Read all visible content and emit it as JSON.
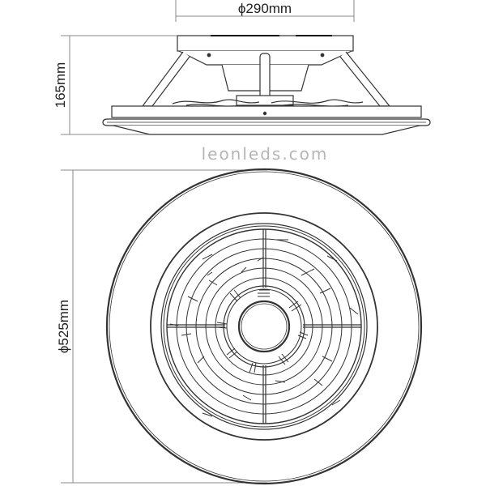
{
  "diagram": {
    "title": "Ceiling fan dimensional drawing",
    "colors": {
      "line": "#333333",
      "dim_line": "#888888",
      "watermark": "#b5b5b5",
      "background": "#ffffff"
    },
    "side_view": {
      "top_diameter_label": "ϕ290mm",
      "height_label": "165mm"
    },
    "top_view": {
      "diameter_label": "ϕ525mm"
    },
    "watermark": "leonleds.com"
  }
}
